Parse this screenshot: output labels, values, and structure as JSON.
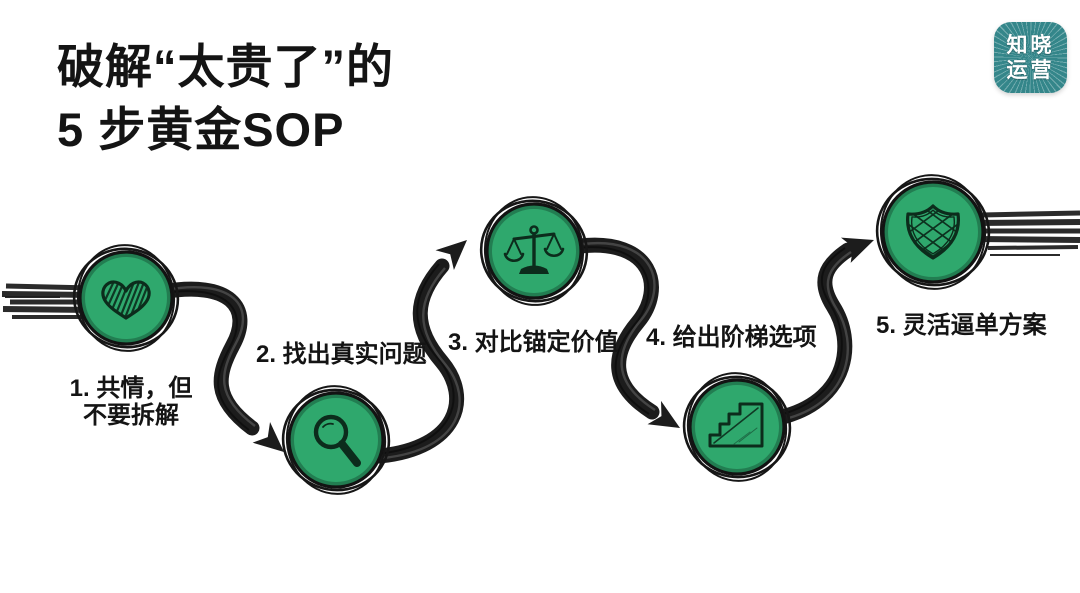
{
  "title": {
    "line1": "破解“太贵了”的",
    "line2": "5 步黄金SOP"
  },
  "brand": {
    "name": "知晓运营",
    "line1": "知晓",
    "line2": "运营"
  },
  "steps": [
    {
      "id": 1,
      "icon": "heart-icon",
      "lines": [
        "1. 共情，但",
        "不要拆解"
      ]
    },
    {
      "id": 2,
      "icon": "magnifier-icon",
      "lines": [
        "2. 找出真实问题"
      ]
    },
    {
      "id": 3,
      "icon": "balance-scale-icon",
      "lines": [
        "3. 对比锚定价值"
      ]
    },
    {
      "id": 4,
      "icon": "stairs-icon",
      "lines": [
        "4. 给出阶梯选项"
      ]
    },
    {
      "id": 5,
      "icon": "shield-icon",
      "lines": [
        "5. 灵活逼单方案"
      ]
    }
  ],
  "colors": {
    "circle_green": "#2FA86D",
    "path_black": "#1c1c1c",
    "logo_teal": "#34868A",
    "text_color": "#141414",
    "icon_dark": "#0c2c1c",
    "background": "#ffffff"
  }
}
